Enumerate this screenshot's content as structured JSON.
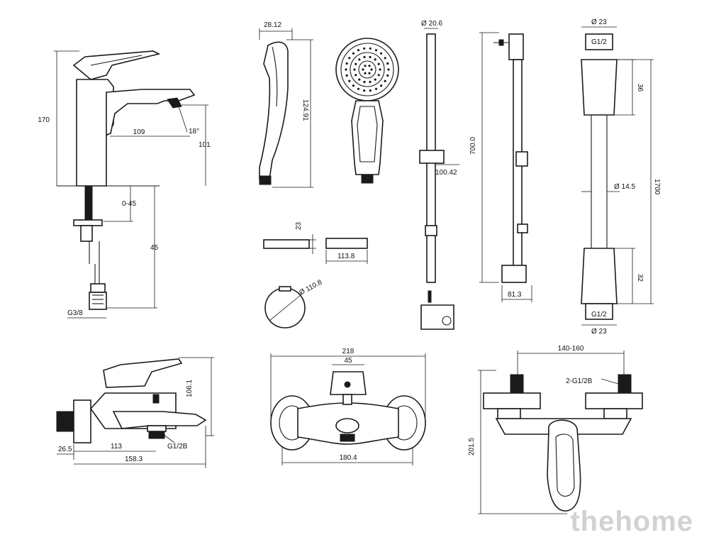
{
  "watermark": "thehome",
  "basin_mixer": {
    "height": "170",
    "spout_reach": "109",
    "spout_height": "101",
    "angle": "18°",
    "adjust": "0-45",
    "hose": "45",
    "thread": "G3/8"
  },
  "hand_shower": {
    "width": "28.12",
    "length": "124.91"
  },
  "slide_rail": {
    "diameter": "Ø 20.6",
    "length": "700.0",
    "holder_offset": "100.42",
    "wall_offset": "81.3"
  },
  "hose": {
    "outer": "Ø 23",
    "thread_top": "G1/2",
    "nut_top": "36",
    "length": "1700",
    "tube": "Ø 14.5",
    "nut_bottom": "32",
    "thread_bottom": "G1/2",
    "outer_bottom": "Ø 23"
  },
  "soap_dish": {
    "height": "23",
    "width": "113.8",
    "diameter": "Ø 110.8"
  },
  "bath_mixer_side": {
    "height": "106.1",
    "thread": "G1/2B",
    "eccentric": "26.5",
    "reach": "113",
    "depth": "158.3"
  },
  "bath_mixer_front": {
    "width": "218",
    "handle": "45",
    "base": "180.4"
  },
  "shower_mixer": {
    "spacing": "140-160",
    "thread": "2-G1/2B",
    "height": "201.5"
  }
}
